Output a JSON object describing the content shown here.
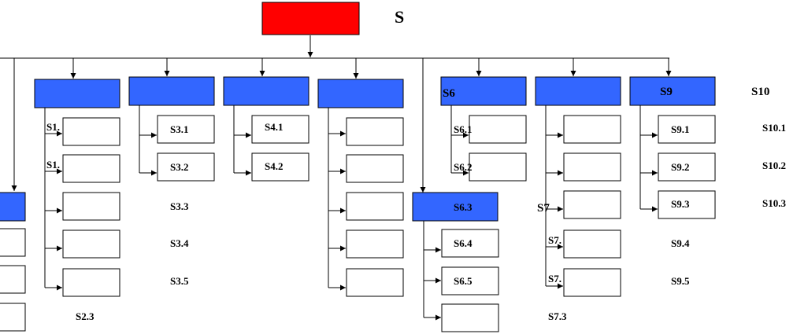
{
  "colors": {
    "root_fill": "#ff0000",
    "header_fill": "#3366ff",
    "box_fill": "#ffffff",
    "line": "#000000"
  },
  "root": {
    "label": "S"
  },
  "labels": {
    "s1_1": "S1.",
    "s1_2": "S1.",
    "s2_3": "S2.3",
    "s3_1": "S3.1",
    "s3_2": "S3.2",
    "s3_3": "S3.3",
    "s3_4": "S3.4",
    "s3_5": "S3.5",
    "s4_1": "S4.1",
    "s4_2": "S4.2",
    "s6": "S6",
    "s6_1": "S6.1",
    "s6_2": "S6.2",
    "s6_3": "S6.3",
    "s6_4": "S6.4",
    "s6_5": "S6.5",
    "s7": "S7",
    "s7_x": "S7.",
    "s7_y": "S7.",
    "s7_3": "S7.3",
    "s9": "S9",
    "s9_1": "S9.1",
    "s9_2": "S9.2",
    "s9_3": "S9.3",
    "s9_4": "S9.4",
    "s9_5": "S9.5",
    "s10": "S10",
    "s10_1": "S10.1",
    "s10_2": "S10.2",
    "s10_3": "S10.3"
  }
}
